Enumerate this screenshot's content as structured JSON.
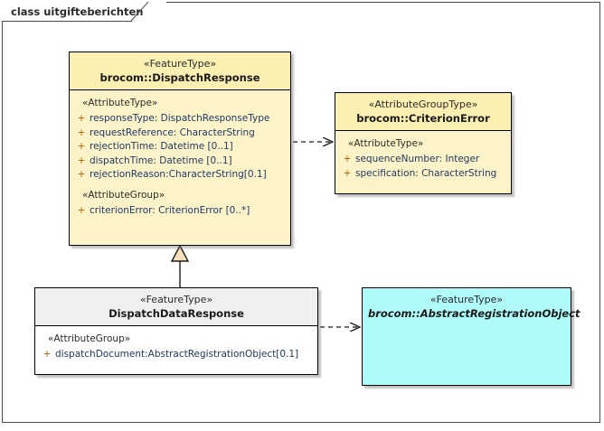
{
  "diagram": {
    "title": "class uitgifteberichten",
    "background_color": "#FFFFFF",
    "frame_color": "#4A4A4A"
  },
  "palette": {
    "yellow_header": "#FBF0B2",
    "yellow_body": "#FCF4C8",
    "gray_header": "#EFEFEF",
    "white_body": "#FFFFFF",
    "cyan_body": "#AFFBF9",
    "attribute_text": "#1F3864",
    "visibility_marker": "#B06000",
    "border": "#000000",
    "generalization_fill": "#FADFBB"
  },
  "classes": {
    "dispatch_response": {
      "stereotype": "«FeatureType»",
      "name": "brocom::DispatchResponse",
      "compartments": [
        {
          "label": "«AttributeType»",
          "attributes": [
            {
              "visibility": "+",
              "text": "responseType: DispatchResponseType"
            },
            {
              "visibility": "+",
              "text": "requestReference: CharacterString"
            },
            {
              "visibility": "+",
              "text": "rejectionTime: Datetime [0..1]"
            },
            {
              "visibility": "+",
              "text": "dispatchTime: Datetime [0..1]"
            },
            {
              "visibility": "+",
              "text": "rejectionReason:CharacterString[0.1]"
            }
          ]
        },
        {
          "label": "«AttributeGroup»",
          "attributes": [
            {
              "visibility": "+",
              "text": "criterionError: CriterionError [0..*]"
            }
          ]
        }
      ]
    },
    "criterion_error": {
      "stereotype": "«AttributeGroupType»",
      "name": "brocom::CriterionError",
      "compartments": [
        {
          "label": "«AttributeType»",
          "attributes": [
            {
              "visibility": "+",
              "text": "sequenceNumber: Integer"
            },
            {
              "visibility": "+",
              "text": "specification: CharacterString"
            }
          ]
        }
      ]
    },
    "dispatch_data_response": {
      "stereotype": "«FeatureType»",
      "name": "DispatchDataResponse",
      "compartments": [
        {
          "label": "«AttributeGroup»",
          "attributes": [
            {
              "visibility": "+",
              "text": "dispatchDocument:AbstractRegistrationObject[0.1]"
            }
          ]
        }
      ]
    },
    "abstract_registration_object": {
      "stereotype": "«FeatureType»",
      "name": "brocom::AbstractRegistrationObject",
      "is_abstract": true,
      "compartments": []
    }
  },
  "connectors": [
    {
      "id": "dep-dispatchresponse-criterionerror",
      "type": "dependency",
      "style": "dashed-open-arrow",
      "source": "brocom::DispatchResponse",
      "target": "brocom::CriterionError"
    },
    {
      "id": "gen-dispatchdataresponse-dispatchresponse",
      "type": "generalization",
      "style": "solid-hollow-triangle",
      "source": "DispatchDataResponse",
      "target": "brocom::DispatchResponse"
    },
    {
      "id": "dep-dispatchdataresponse-abstractregistrationobject",
      "type": "dependency",
      "style": "dashed-open-arrow",
      "source": "DispatchDataResponse",
      "target": "brocom::AbstractRegistrationObject"
    }
  ]
}
